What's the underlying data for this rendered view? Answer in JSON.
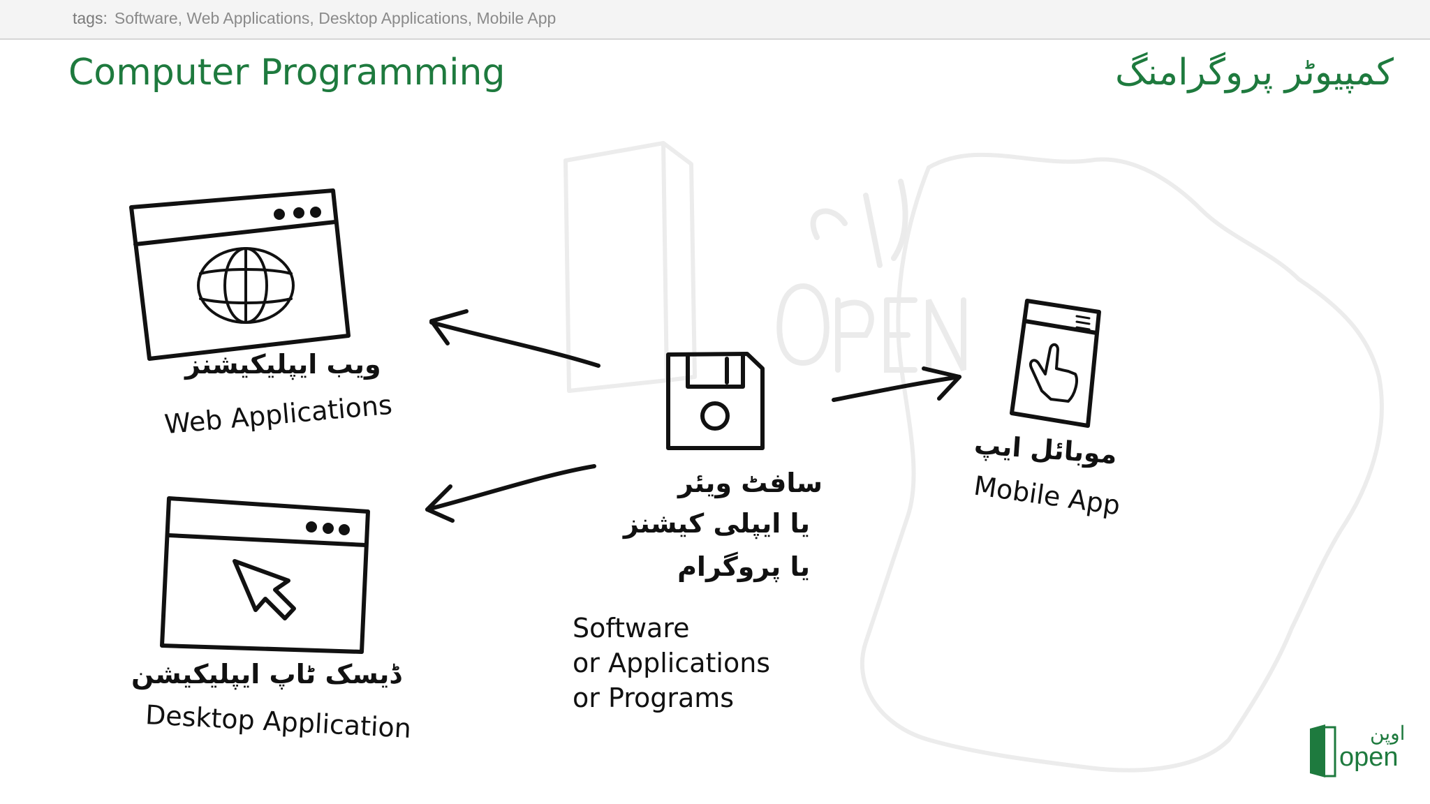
{
  "header": {
    "tags_label": "tags:",
    "tags": "Software, Web Applications, Desktop Applications, Mobile App"
  },
  "title": {
    "english": "Computer Programming",
    "urdu": "کمپیوٹر پروگرامنگ"
  },
  "nodes": {
    "web": {
      "urdu": "ویب ایپلیکیشنز",
      "english": "Web Applications",
      "icon": "browser-globe-icon"
    },
    "desktop": {
      "urdu": "ڈیسک ٹاپ ایپلیکیشن",
      "english": "Desktop Application",
      "icon": "browser-cursor-icon"
    },
    "software": {
      "urdu": [
        "سافٹ ویئر",
        "یا ایپلی کیشنز",
        "یا پروگرام"
      ],
      "english": [
        "Software",
        "or Applications",
        "or Programs"
      ],
      "icon": "floppy-disk-icon"
    },
    "mobile": {
      "urdu": "موبائل ایپ",
      "english": "Mobile App",
      "icon": "phone-tap-icon"
    }
  },
  "logo": {
    "urdu": "اوپن",
    "english": "open"
  },
  "colors": {
    "accent": "#1e7a3e",
    "ink": "#111111",
    "tagbar": "#f4f4f4"
  }
}
